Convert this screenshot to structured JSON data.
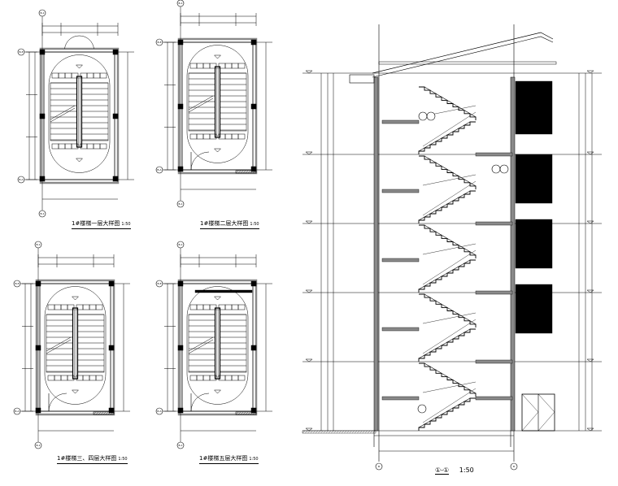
{
  "drawing": {
    "plans": [
      {
        "title": "1#楼梯一层大样图",
        "scale": "1:50",
        "grid_top": "B-1",
        "grid_bottom": "B-1",
        "grid_left_top": "B-E",
        "grid_left_bottom": "B-A"
      },
      {
        "title": "1#楼梯二层大样图",
        "scale": "1:50",
        "grid_top": "B-1",
        "grid_bottom": "B-1",
        "grid_left_top": "B-E",
        "grid_left_bottom": "B-A"
      },
      {
        "title": "1#楼梯三、四层大样图",
        "scale": "1:50",
        "grid_top": "B-1",
        "grid_bottom": "B-1",
        "grid_left_top": "B-E",
        "grid_left_bottom": "B-A"
      },
      {
        "title": "1#楼梯五层大样图",
        "scale": "1:50",
        "grid_top": "B-1",
        "grid_bottom": "B-1",
        "grid_left_top": "B-E",
        "grid_left_bottom": "B-A"
      }
    ],
    "section": {
      "title": "①-①",
      "scale": "1:50",
      "grid_left": "B",
      "grid_right": "B",
      "floors": 5
    },
    "colors": {
      "line": "#000000",
      "background": "#ffffff",
      "fill": "#000000",
      "grey": "#8a8a8a"
    }
  }
}
